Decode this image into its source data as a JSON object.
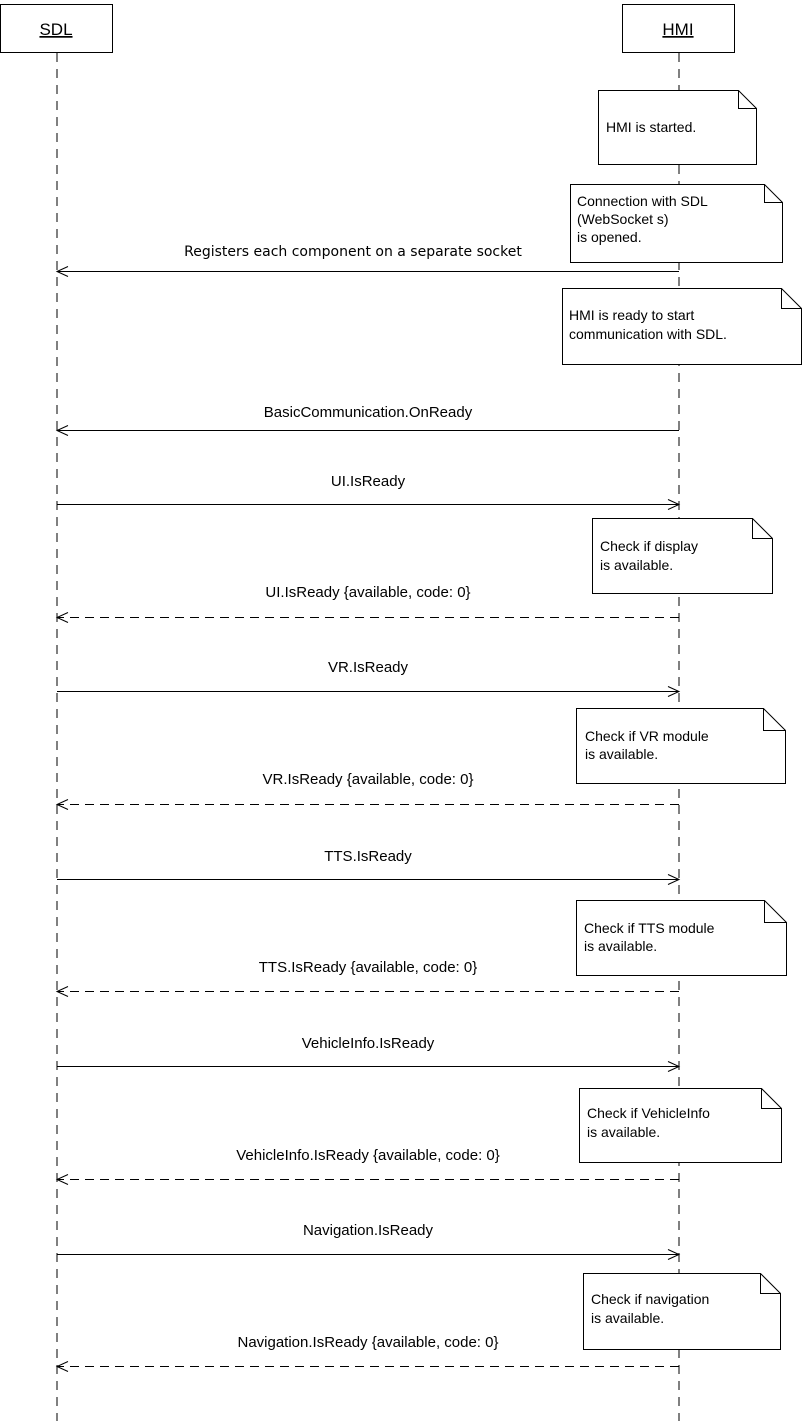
{
  "participants": {
    "sdl": "SDL",
    "hmi": "HMI"
  },
  "notes": [
    {
      "lines": [
        "HMI is started."
      ]
    },
    {
      "lines": [
        "Connection with SDL",
        "(WebSocket s)",
        "is opened."
      ]
    },
    {
      "lines": [
        "HMI is ready to start",
        "communication with SDL."
      ]
    },
    {
      "lines": [
        "Check if display",
        "is available."
      ]
    },
    {
      "lines": [
        "Check if VR module",
        "is available."
      ]
    },
    {
      "lines": [
        "Check if TTS module",
        "is available."
      ]
    },
    {
      "lines": [
        "Check if VehicleInfo",
        "is available."
      ]
    },
    {
      "lines": [
        "Check if navigation",
        "is available."
      ]
    }
  ],
  "messages": [
    {
      "label": "Registers each component on a separate socket",
      "from": "HMI",
      "to": "SDL",
      "style": "solid"
    },
    {
      "label": "BasicCommunication.OnReady",
      "from": "HMI",
      "to": "SDL",
      "style": "solid"
    },
    {
      "label": "UI.IsReady",
      "from": "SDL",
      "to": "HMI",
      "style": "solid"
    },
    {
      "label": "UI.IsReady {available, code: 0}",
      "from": "HMI",
      "to": "SDL",
      "style": "dashed"
    },
    {
      "label": "VR.IsReady",
      "from": "SDL",
      "to": "HMI",
      "style": "solid"
    },
    {
      "label": "VR.IsReady {available, code: 0}",
      "from": "HMI",
      "to": "SDL",
      "style": "dashed"
    },
    {
      "label": "TTS.IsReady",
      "from": "SDL",
      "to": "HMI",
      "style": "solid"
    },
    {
      "label": "TTS.IsReady {available, code: 0}",
      "from": "HMI",
      "to": "SDL",
      "style": "dashed"
    },
    {
      "label": "VehicleInfo.IsReady",
      "from": "SDL",
      "to": "HMI",
      "style": "solid"
    },
    {
      "label": "VehicleInfo.IsReady {available, code: 0}",
      "from": "HMI",
      "to": "SDL",
      "style": "dashed"
    },
    {
      "label": "Navigation.IsReady",
      "from": "SDL",
      "to": "HMI",
      "style": "solid"
    },
    {
      "label": "Navigation.IsReady {available, code: 0}",
      "from": "HMI",
      "to": "SDL",
      "style": "dashed"
    }
  ]
}
